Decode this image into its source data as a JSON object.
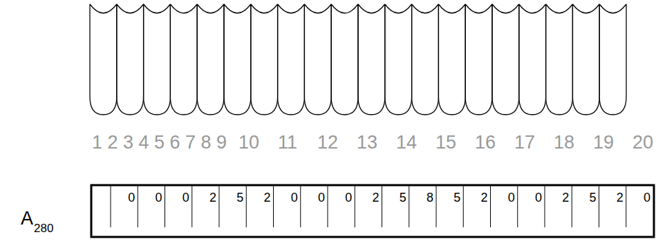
{
  "diagram": {
    "labels": [
      "1",
      "2",
      "3",
      "4",
      "5",
      "6",
      "7",
      "8",
      "9",
      "10",
      "11",
      "12",
      "13",
      "14",
      "15",
      "16",
      "17",
      "18",
      "19",
      "20",
      "0",
      "0",
      "0",
      "2",
      "5",
      "2",
      "0",
      "0",
      "0",
      "2",
      "5",
      "8",
      "5",
      "2",
      "0",
      "0",
      "2",
      "5",
      "2",
      "0",
      "A",
      "280"
    ]
  }
}
